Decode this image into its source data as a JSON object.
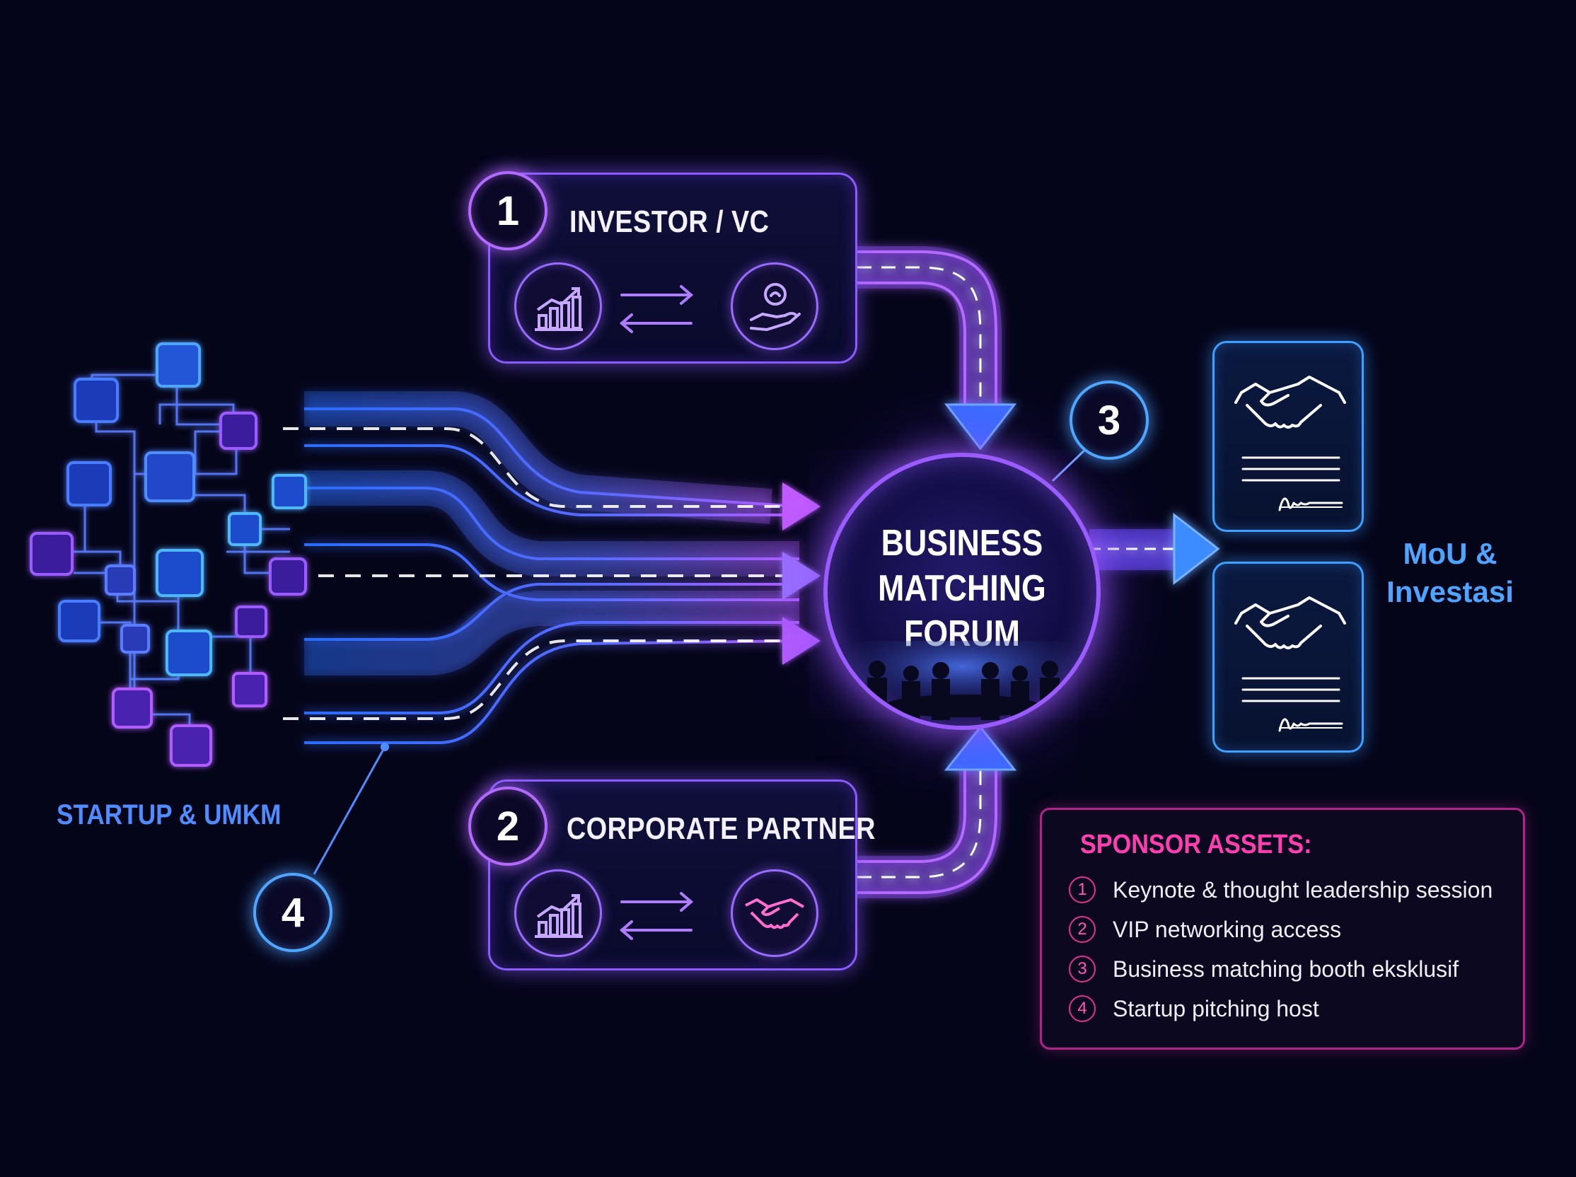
{
  "investor": {
    "number": "1",
    "title": "INVESTOR / VC",
    "icons": [
      "growth-chart-icon",
      "exchange-arrows-icon",
      "hand-with-coin-icon"
    ]
  },
  "corporate": {
    "number": "2",
    "title": "CORPORATE PARTNER",
    "icons": [
      "growth-chart-icon",
      "exchange-arrows-icon",
      "handshake-icon"
    ]
  },
  "hub": {
    "number": "3",
    "title_lines": [
      "BUSINESS",
      "MATCHING",
      "FORUM"
    ]
  },
  "startup": {
    "number": "4",
    "label": "STARTUP & UMKM"
  },
  "outcome": {
    "label_lines": [
      "MoU &",
      "Investasi"
    ],
    "icons": [
      "handshake-document-icon",
      "handshake-document-icon"
    ]
  },
  "sponsor": {
    "title": "SPONSOR ASSETS:",
    "items": [
      {
        "num": "1",
        "text": "Keynote & thought leadership session"
      },
      {
        "num": "2",
        "text": "VIP networking access"
      },
      {
        "num": "3",
        "text": "Business matching booth eksklusif"
      },
      {
        "num": "4",
        "text": "Startup pitching host"
      }
    ]
  },
  "colors": {
    "background": "#05051a",
    "purple": "#9b5cff",
    "blue": "#3ea0ff",
    "magenta": "#ff3fb0"
  }
}
